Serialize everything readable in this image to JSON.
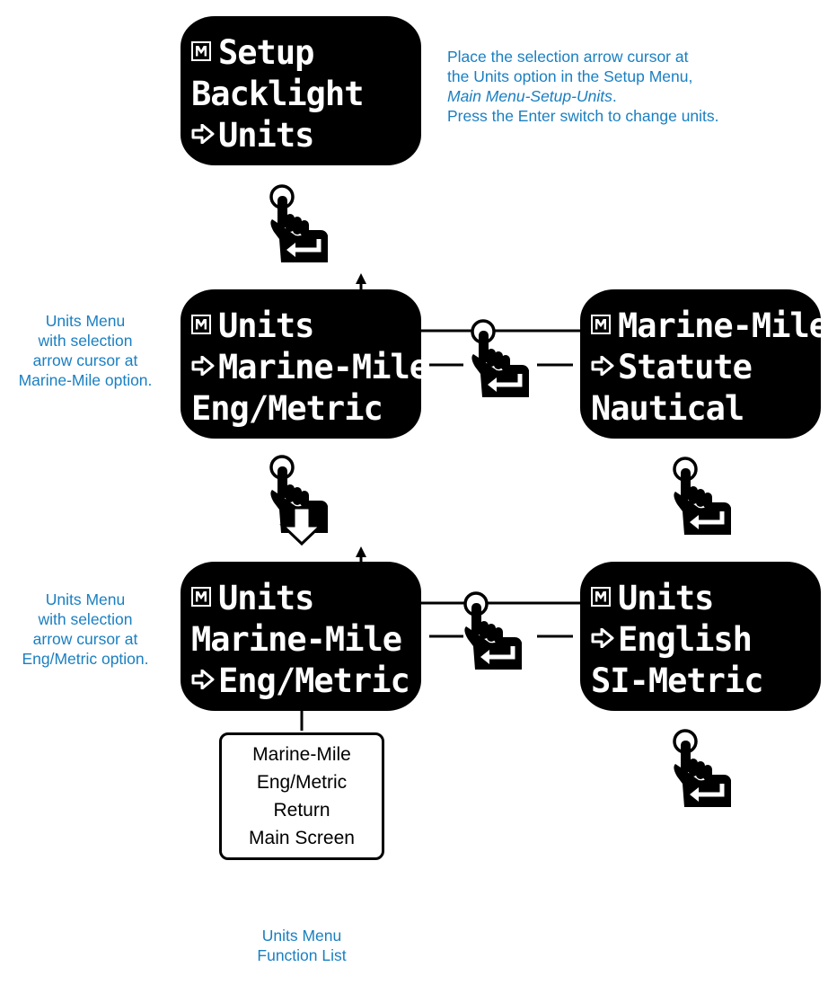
{
  "screens": {
    "setup": {
      "title": "Setup",
      "line2": "Backlight",
      "line3": "Units"
    },
    "units_marine": {
      "title": "Units",
      "line2": "Marine-Mile",
      "line3": "Eng/Metric"
    },
    "marine_mile": {
      "title": "Marine-Mile",
      "line2": "Statute",
      "line3": "Nautical"
    },
    "units_eng": {
      "title": "Units",
      "line2": "Marine-Mile",
      "line3": "Eng/Metric"
    },
    "eng_metric": {
      "title": "Units",
      "line2": "English",
      "line3": "SI-Metric"
    }
  },
  "notes": {
    "top_line1": "Place the selection arrow cursor at",
    "top_line2": "the Units option in the Setup Menu,",
    "top_line3_italic": "Main Menu-Setup-Units",
    "top_line3_end": ".",
    "top_line4": "Press the Enter switch to change units.",
    "left1": [
      "Units Menu",
      "with selection",
      "arrow cursor at",
      "Marine-Mile option."
    ],
    "left2": [
      "Units Menu",
      "with selection",
      "arrow cursor at",
      "Eng/Metric option."
    ],
    "function_list_caption": [
      "Units Menu",
      "Function List"
    ]
  },
  "function_list": [
    "Marine-Mile",
    "Eng/Metric",
    "Return",
    "Main Screen"
  ],
  "icons": {
    "menu": "menu-m-icon",
    "cursor": "selection-arrow-icon",
    "enter": "enter-hand-icon",
    "down": "down-hand-icon"
  },
  "colors": {
    "screen": "#000000",
    "note": "#1a7fc1"
  }
}
